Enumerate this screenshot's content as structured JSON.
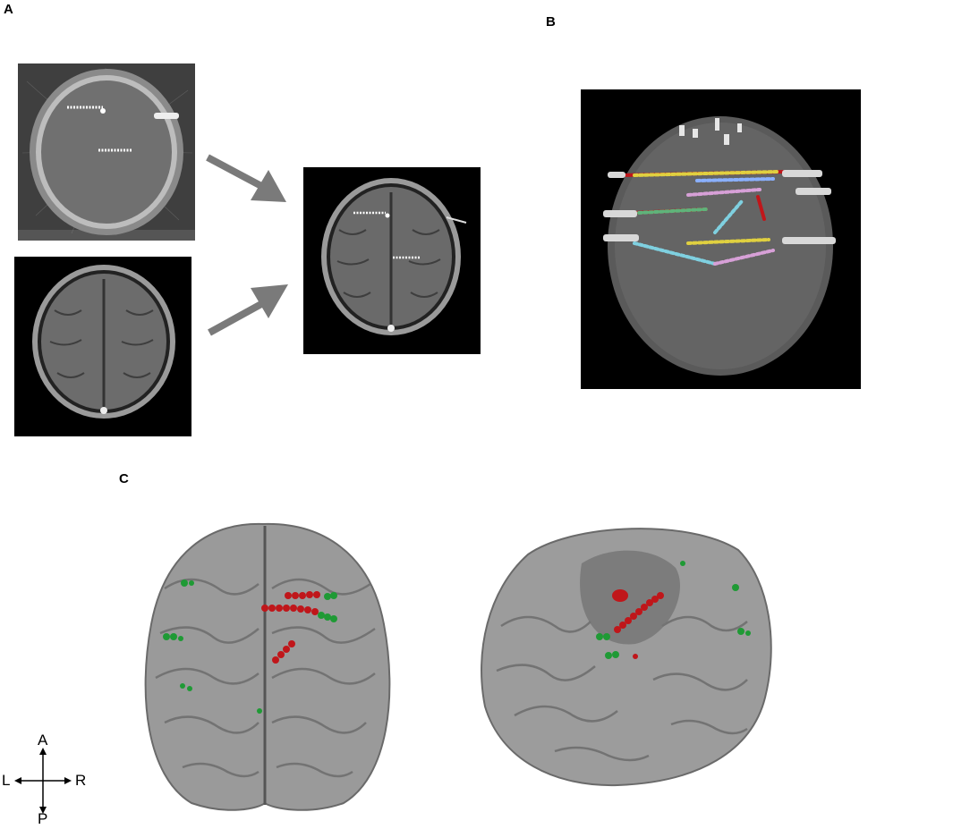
{
  "panels": {
    "a": {
      "label": "A"
    },
    "b": {
      "label": "B"
    },
    "c": {
      "label": "C"
    }
  },
  "orientation": {
    "anterior": "A",
    "posterior": "P",
    "left": "L",
    "right": "R"
  },
  "colors": {
    "electrode_red": "#c0161a",
    "electrode_green": "#1f9a35",
    "brain_gray": "#9a9a9a",
    "arrow_gray": "#7a7a7a",
    "ct_gray": "#5c5c5c"
  }
}
